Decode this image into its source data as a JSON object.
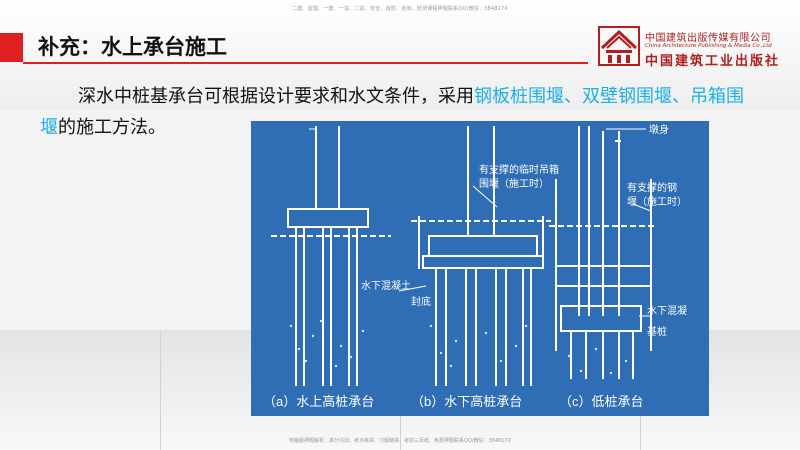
{
  "header": {
    "top_note": "二建、监理、一建、一造、二造、安全、消防、咨询、检测课程押题联系QQ/微信：384817X",
    "title": "补充：水上承台施工"
  },
  "publisher": {
    "name_cn": "中国建筑出版传媒有限公司",
    "name_en": "China Architecture Publishing & Media Co.,Ltd",
    "name_calligraphy": "中国建筑工业出版社",
    "brand_color": "#b01e1e"
  },
  "body": {
    "text_before": "深水中桩基承台可根据设计要求和水文条件，采用",
    "highlight": "钢板桩围堰、双壁钢围堰、吊箱围堰",
    "text_after": "的施工方法。",
    "highlight_color": "#1ab0e8"
  },
  "diagram": {
    "labels": {
      "a": "（a）水上高桩承台",
      "b": "（b）水下高桩承台",
      "c": "（c）低桩承台",
      "temp_box_1": "有支撑的临时吊箱",
      "temp_box_2": "围堰（施工时）",
      "pier": "墩身",
      "steel_1": "有支撑的钢",
      "steel_2": "堰（施工时）",
      "concrete_b_1": "水下混凝土",
      "concrete_b_2": "封底",
      "concrete_c": "水下混凝",
      "pile": "基桩"
    },
    "background_color": "#2f6db5"
  },
  "footer": {
    "note": "电脑版押题解析、高分内训、考点串讲、习题精讲、考前三页纸、免费押题联系QQ/微信：384817X"
  }
}
